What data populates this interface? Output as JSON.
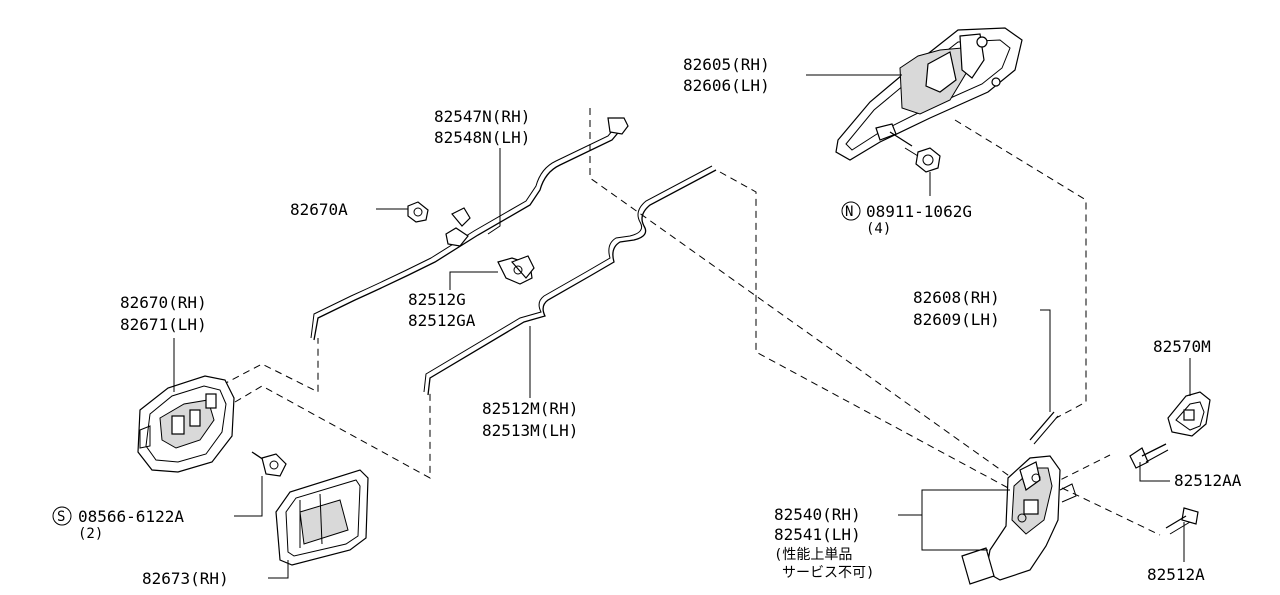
{
  "labels": {
    "p82605": "82605(RH)",
    "p82606": "82606(LH)",
    "p82547n": "82547N(RH)",
    "p82548n": "82548N(LH)",
    "p82670a": "82670A",
    "p82512g": "82512G",
    "p82512ga": "82512GA",
    "p82670": "82670(RH)",
    "p82671": "82671(LH)",
    "p08911": "08911-1062G",
    "p08911_qty": "(4)",
    "p08911_prefix": "N",
    "p82608": "82608(RH)",
    "p82609": "82609(LH)",
    "p82570m": "82570M",
    "p82512m": "82512M(RH)",
    "p82513m": "82513M(LH)",
    "p82512aa": "82512AA",
    "p08566": "08566-6122A",
    "p08566_qty": "(2)",
    "p08566_prefix": "S",
    "p82540": "82540(RH)",
    "p82541": "82541(LH)",
    "note_line1": "(性能上単品",
    "note_line2": "サービス不可)",
    "p82512a": "82512A",
    "p82673": "82673(RH)"
  }
}
